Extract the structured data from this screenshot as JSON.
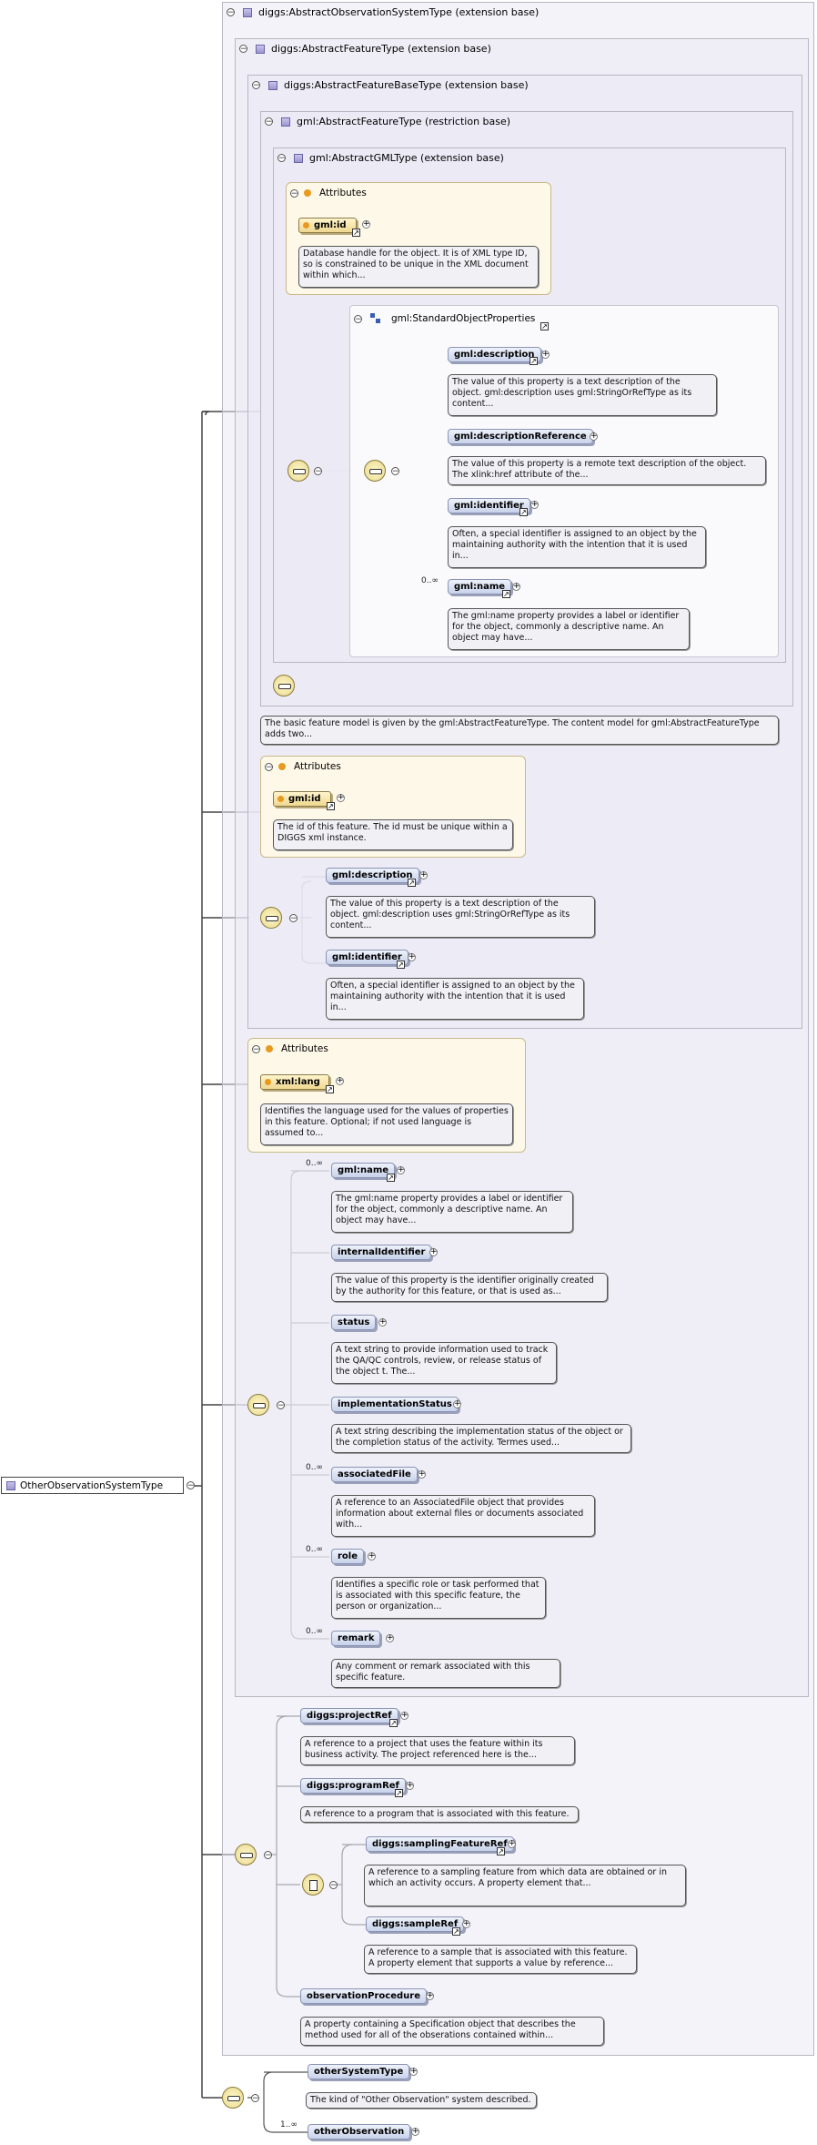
{
  "root": {
    "label": "OtherObservationSystemType"
  },
  "extensions": {
    "e1": "diggs:AbstractObservationSystemType (extension base)",
    "e2": "diggs:AbstractFeatureType (extension base)",
    "e3": "diggs:AbstractFeatureBaseType (extension base)",
    "e4": "gml:AbstractFeatureType (restriction base)",
    "e5": "gml:AbstractGMLType (extension base)"
  },
  "gml_type": {
    "attributes_title": "Attributes",
    "id_label": "gml:id",
    "id_doc": "Database handle for the object. It is of XML type ID, so is constrained to be unique in the XML document within which...",
    "standard_props": "gml:StandardObjectProperties",
    "description_label": "gml:description",
    "description_doc": "The value of this property is a text description of the object. gml:description uses gml:StringOrRefType as its content...",
    "descref_label": "gml:descriptionReference",
    "descref_doc": "The value of this property is a remote text description of the object. The xlink:href attribute of the...",
    "identifier_label": "gml:identifier",
    "identifier_doc": "Often, a special identifier is assigned to an object by the maintaining authority with the intention that it is used in...",
    "name_occ": "0..∞",
    "name_label": "gml:name",
    "name_doc": "The gml:name property provides a label or identifier for the object, commonly a descriptive name. An object may have..."
  },
  "feature_base": {
    "doc": "The basic feature model is given by the gml:AbstractFeatureType. The content model for gml:AbstractFeatureType adds two...",
    "attributes_title": "Attributes",
    "id_label": "gml:id",
    "id_doc": "The id of this feature. The id must be unique within a DIGGS xml instance.",
    "description_label": "gml:description",
    "description_doc": "The value of this property is a text description of the object. gml:description uses gml:StringOrRefType as its content...",
    "identifier_label": "gml:identifier",
    "identifier_doc": "Often, a special identifier is assigned to an object by the maintaining authority with the intention that it is used in..."
  },
  "feature_type": {
    "attributes_title": "Attributes",
    "lang_label": "xml:lang",
    "lang_doc": "Identifies the language used for the values of properties in this feature. Optional; if not used language is assumed to...",
    "name_occ": "0..∞",
    "name_label": "gml:name",
    "name_doc": "The gml:name property provides a label or identifier for the object, commonly a descriptive name. An object may have...",
    "internal_label": "internalIdentifier",
    "internal_doc": "The value of this property is the identifier originally created by the authority for this feature, or that is used as...",
    "status_label": "status",
    "status_doc": "A text string to provide information used to track the QA/QC controls, review, or release status of the object t. The...",
    "impl_label": "implementationStatus",
    "impl_doc": "A text string describing the implementation status of the object or the completion status of the activity. Termes used...",
    "assoc_occ": "0..∞",
    "assoc_label": "associatedFile",
    "assoc_doc": "A reference to an AssociatedFile object that provides information about external files or documents associated with...",
    "role_occ": "0..∞",
    "role_label": "role",
    "role_doc": "Identifies a specific role or task performed that is associated with this specific feature, the person or organization...",
    "remark_occ": "0..∞",
    "remark_label": "remark",
    "remark_doc": "Any comment or remark associated with this specific feature."
  },
  "observation_system": {
    "project_label": "diggs:projectRef",
    "project_doc": "A reference to a project that uses the feature within its business activity. The project referenced here is the...",
    "program_label": "diggs:programRef",
    "program_doc": "A reference to a program that is associated with this feature.",
    "sampling_label": "diggs:samplingFeatureRef",
    "sampling_doc": "A reference to a sampling feature from which data are obtained or in which an activity occurs. A property element that...",
    "sample_label": "diggs:sampleRef",
    "sample_doc": "A reference to a sample that is associated with this feature. A property element that supports a value by reference...",
    "procedure_label": "observationProcedure",
    "procedure_doc": "A property containing a Specification object that describes the method used for all of the obserations contained within..."
  },
  "other": {
    "system_label": "otherSystemType",
    "system_doc": "The kind of \"Other Observation\" system described.",
    "obs_occ": "1..∞",
    "obs_label": "otherObservation"
  },
  "colors": {
    "element_fill": "#c8d2ea",
    "attribute_fill": "#f0d890",
    "extension_bg": "#ebeaf4"
  }
}
